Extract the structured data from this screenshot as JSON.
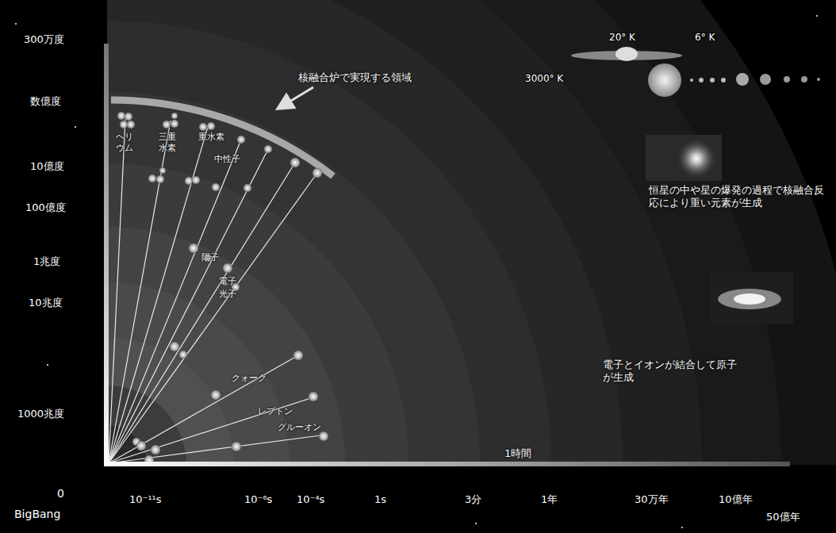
{
  "diagram": {
    "labels": [
      "300万度",
      "数億度",
      "10億度",
      "100億度",
      "1兆度",
      "10兆度",
      "1000兆度",
      "0",
      "BigBang",
      "10⁻¹¹s",
      "10⁻⁶s",
      "10⁻⁴s",
      "1s",
      "3分",
      "1年",
      "30万年",
      "10億年",
      "50億年",
      "1時間",
      "核融合炉で実現する領域",
      "20° K",
      "6° K",
      "3000° K",
      "ヘリウム",
      "三重水素",
      "重水素",
      "中性子",
      "陽子",
      "電子",
      "光子",
      "クォーク",
      "レプトン",
      "グルーオン",
      "恒星の中や星の爆発の過程で核融合反応により重い元素が生成",
      "電子とイオンが結合して原子が生成"
    ]
  }
}
